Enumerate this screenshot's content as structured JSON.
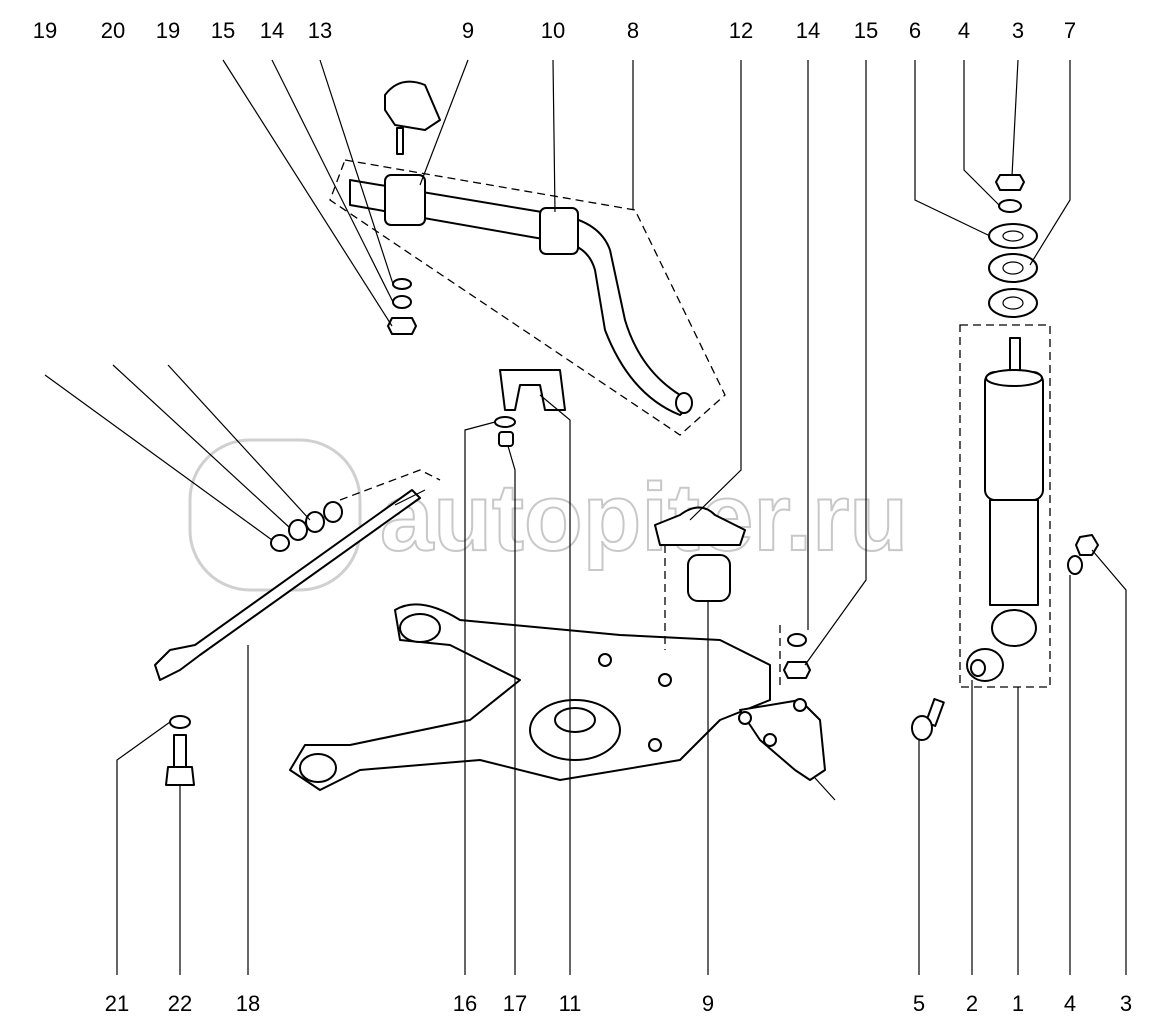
{
  "watermark": "autopiter.ru",
  "top_labels": [
    "19",
    "20",
    "19",
    "15",
    "14",
    "13",
    "9",
    "10",
    "8",
    "12",
    "14",
    "15",
    "6",
    "4",
    "3",
    "7"
  ],
  "bottom_labels": [
    "21",
    "22",
    "18",
    "16",
    "17",
    "11",
    "9",
    "5",
    "2",
    "1",
    "4",
    "3"
  ]
}
